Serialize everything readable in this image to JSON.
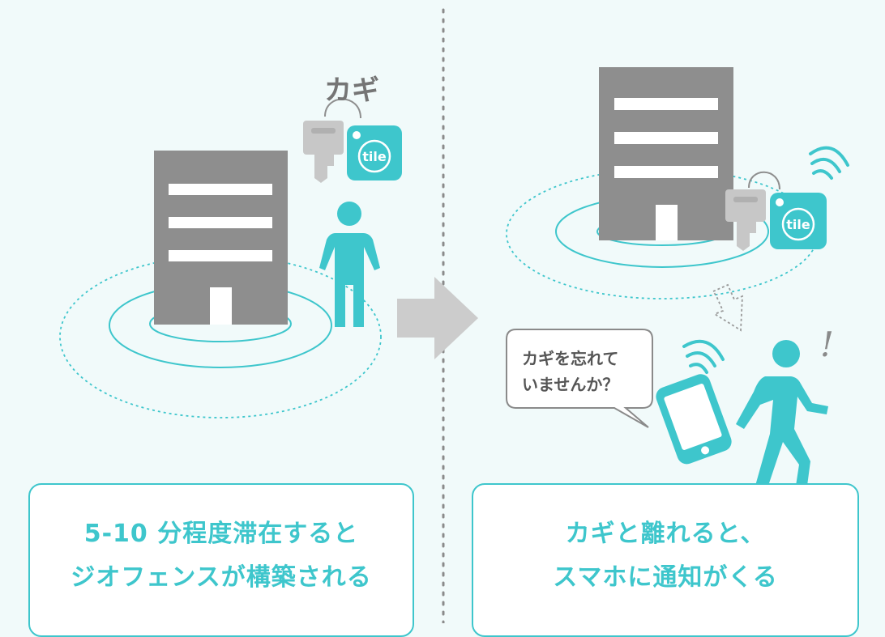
{
  "left_panel": {
    "key_label": "カギ",
    "tile_logo": "tile",
    "caption_lines": [
      "5-10 分程度滞在すると",
      "ジオフェンスが構築される"
    ]
  },
  "right_panel": {
    "tile_logo": "tile",
    "bubble_lines": [
      "カギを忘れて",
      "いませんか？"
    ],
    "exclamation": "!",
    "caption_lines": [
      "カギと離れると、",
      "スマホに通知がくる"
    ]
  },
  "colors": {
    "accent": "#3ec6cc",
    "building": "#8e8e8e",
    "key": "#c7c7c7",
    "arrow": "#cccccc",
    "background": "#f1fafa"
  },
  "icons": [
    "building-icon",
    "key-icon",
    "tile-tag-icon",
    "person-icon",
    "walking-person-icon",
    "smartphone-icon",
    "signal-waves-icon",
    "arrow-right-icon",
    "arrow-down-icon",
    "speech-bubble-icon"
  ]
}
